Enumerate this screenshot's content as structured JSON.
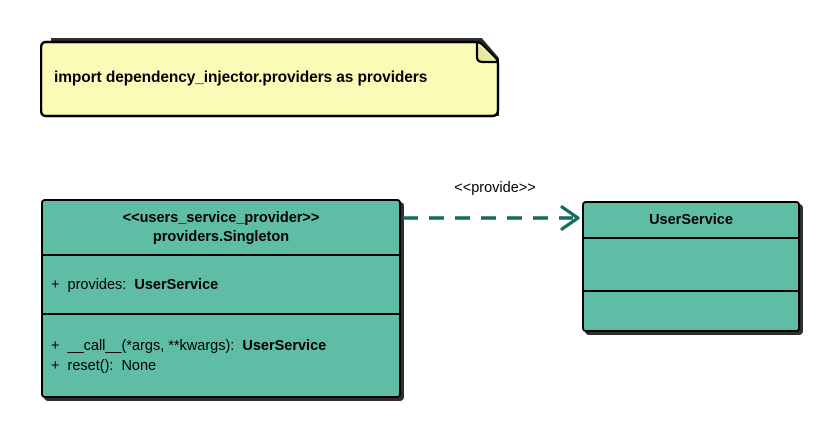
{
  "diagram": {
    "type": "uml-class-diagram",
    "background": "#ffffff",
    "colors": {
      "note_fill": "#FBFBB8",
      "class_fill": "#5FBDA6",
      "border": "#000000",
      "connector": "#136D5E"
    }
  },
  "note": {
    "text": "import dependency_injector.providers as providers"
  },
  "classes": [
    {
      "id": "users_service_provider",
      "stereotype": "<<users_service_provider>>",
      "name": "providers.Singleton",
      "attributes": [
        {
          "visibility": "+",
          "name": "provides:",
          "type": "UserService"
        }
      ],
      "operations": [
        {
          "visibility": "+",
          "name": "__call__(*args, **kwargs):",
          "type": "UserService"
        },
        {
          "visibility": "+",
          "name": "reset():",
          "type": "None"
        }
      ]
    },
    {
      "id": "user_service",
      "name": "UserService",
      "attributes": [],
      "operations": []
    }
  ],
  "connector": {
    "label": "<<provide>>",
    "style": "dashed",
    "arrowhead": "open",
    "source": "users_service_provider",
    "target": "user_service"
  }
}
